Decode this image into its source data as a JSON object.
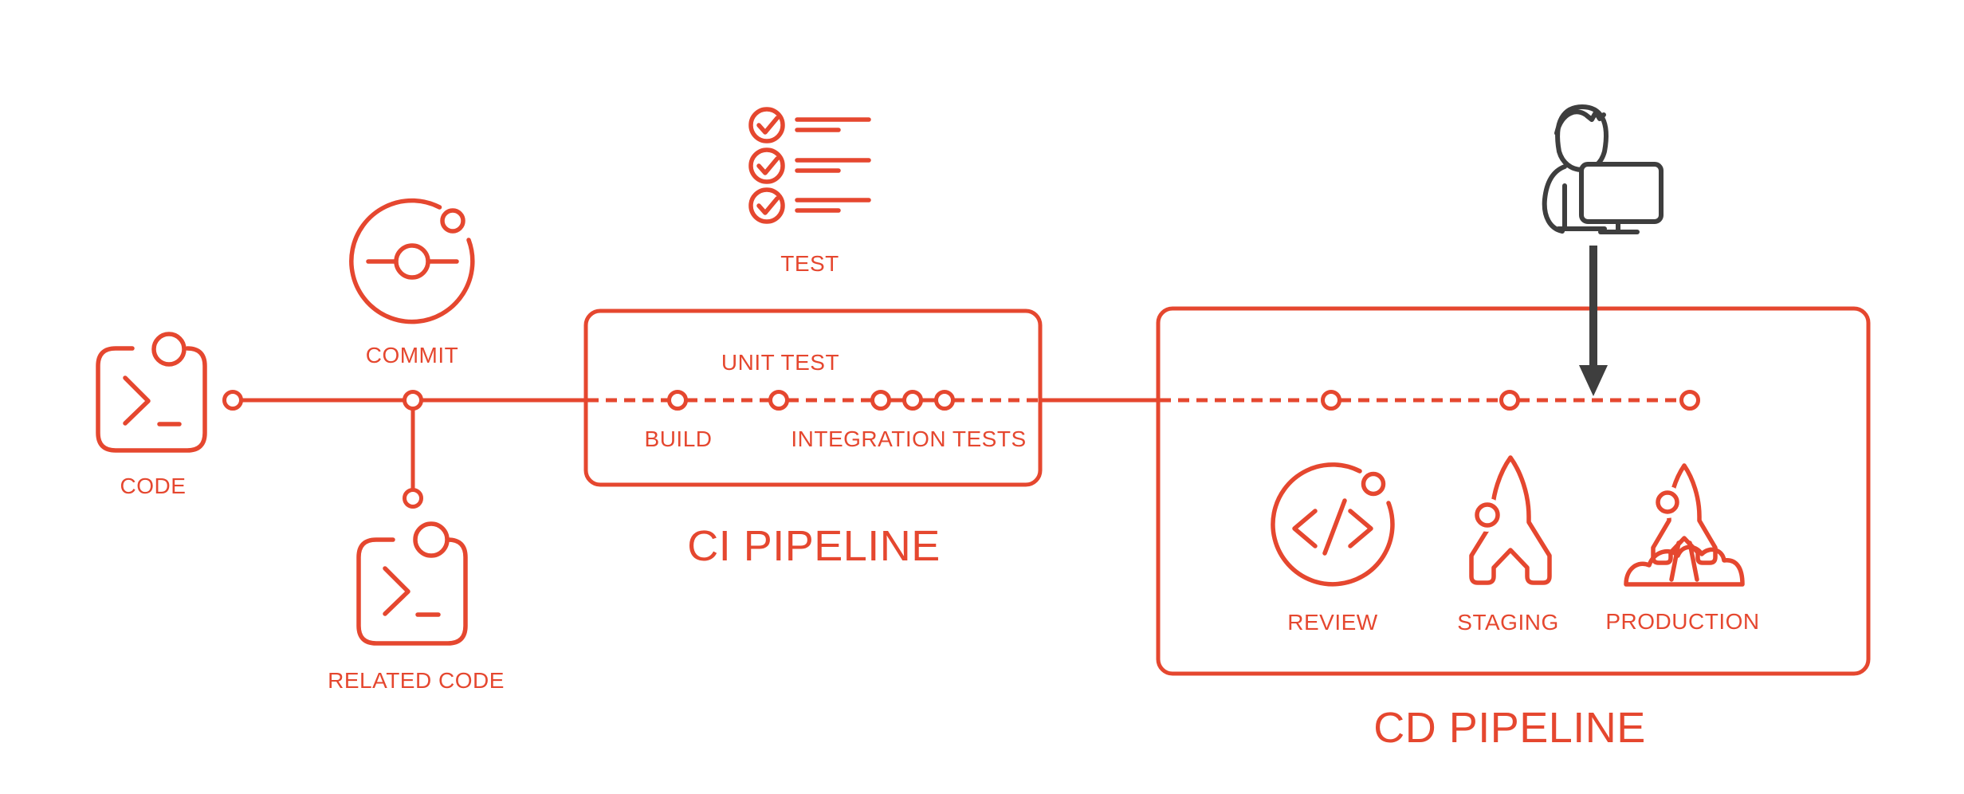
{
  "colors": {
    "accent": "#E5472F",
    "dark": "#3E3E3E",
    "background": "#FFFFFF"
  },
  "source_flow": {
    "code": "CODE",
    "commit": "COMMIT",
    "related_code": "RELATED CODE",
    "test": "TEST"
  },
  "pipelines": {
    "ci": {
      "title": "CI PIPELINE",
      "stages": {
        "build": "BUILD",
        "unit_test": "UNIT TEST",
        "integration_tests": "INTEGRATION TESTS"
      }
    },
    "cd": {
      "title": "CD PIPELINE",
      "stages": {
        "review": "REVIEW",
        "staging": "STAGING",
        "production": "PRODUCTION"
      }
    }
  },
  "icons": {
    "code": "terminal-code-icon",
    "commit": "git-commit-icon",
    "related_code": "terminal-code-icon",
    "test": "checklist-icon",
    "review": "code-review-icon",
    "staging": "rocket-icon",
    "production": "rocket-launch-icon",
    "manual_step": "developer-at-computer-icon",
    "manual_step_pointer": "down-arrow-icon"
  }
}
